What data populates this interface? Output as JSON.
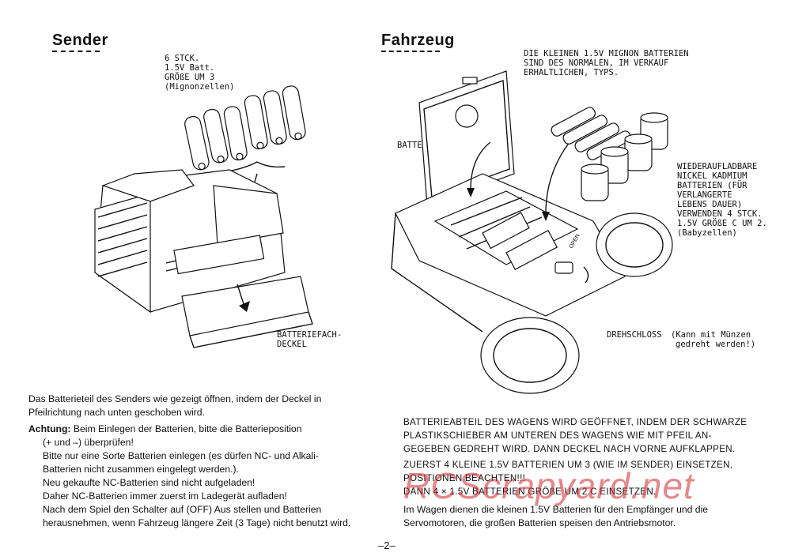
{
  "sender": {
    "title": "Sender",
    "battery_note": [
      "6  STCK.",
      "1.5V  Batt.",
      "GRÖßE  UM 3",
      "(Mignonzellen)"
    ],
    "cover_label": [
      "BATTERIEFACH-",
      "DECKEL"
    ],
    "intro": [
      "Das Batterieteil des Senders wie gezeigt öffnen, indem der Deckel in",
      "Pfeilrichtung nach unten geschoben wird."
    ],
    "achtung_label": "Achtung:",
    "achtung_lines": [
      "Beim  Einlegen  der  Batterien,  bitte  die  Batterieposition",
      "(+ und  –)  überprüfen!",
      "Bitte nur eine Sorte Batterien einlegen (es dürfen NC- und Alkali-",
      "Batterien nicht zusammen eingelegt werden.).",
      "Neu gekaufte NC-Batterien sind nicht aufgeladen!",
      "Daher NC-Batterien immer zuerst im Ladegerät aufladen!",
      "Nach dem Spiel den Schalter auf (OFF) Aus stellen und Batterien",
      "herausnehmen, wenn Fahrzeug längere Zeit (3 Tage) nicht benutzt wird."
    ]
  },
  "fahrzeug": {
    "title": "Fahrzeug",
    "mignon_note": [
      "DIE KLEINEN 1.5V MIGNON BATTERIEN",
      "SIND DES NORMALEN, IM VERKAUF",
      "ERHALTLICHEN, TYPS."
    ],
    "deckel_label": "BATTERIEDECKEL",
    "rechargeable_note": [
      "WIEDERAUFLADBARE",
      "NICKEL KADMIUM",
      "BATTERIEN (FÜR",
      "VERLANGERTE",
      "LEBENS DAUER)",
      "VERWENDEN 4 STCK.",
      "1.5V GRÖßE C UM 2.",
      "(Babyzellen)"
    ],
    "lock_label": "DREHSCHLOSS",
    "lock_note": [
      "(Kann mit Münzen",
      "gedreht werden!)"
    ],
    "open_mark": "OPEN",
    "caps_lines": [
      "BATTERIEABTEIL DES WAGENS WIRD GEÖFFNET, INDEM DER SCHWARZE",
      "PLASTIKSCHIEBER AM UNTEREN DES WAGENS WIE MIT PFEIL  AN-",
      "GEGEBEN GEDREHT WIRD.  DANN DECKEL NACH VORNE AUFKLAPPEN.",
      "ZUERST 4 KLEINE 1.5V BATTERIEN UM 3 (WIE IM SENDER)  EINSETZEN,",
      "POSITIONEN BEACHTEN!!!",
      "DANN 4 × 1.5V  BATTERIEN GRÖßE UM 2 C EINSETZEN."
    ],
    "final_lines": [
      "Im Wagen dienen die kleinen 1.5V Batterien für den Empfänger und die",
      "Servomotoren, die großen Batterien speisen den Antriebsmotor."
    ]
  },
  "page_number": "–2–",
  "watermark": "RCScrapyard.net"
}
